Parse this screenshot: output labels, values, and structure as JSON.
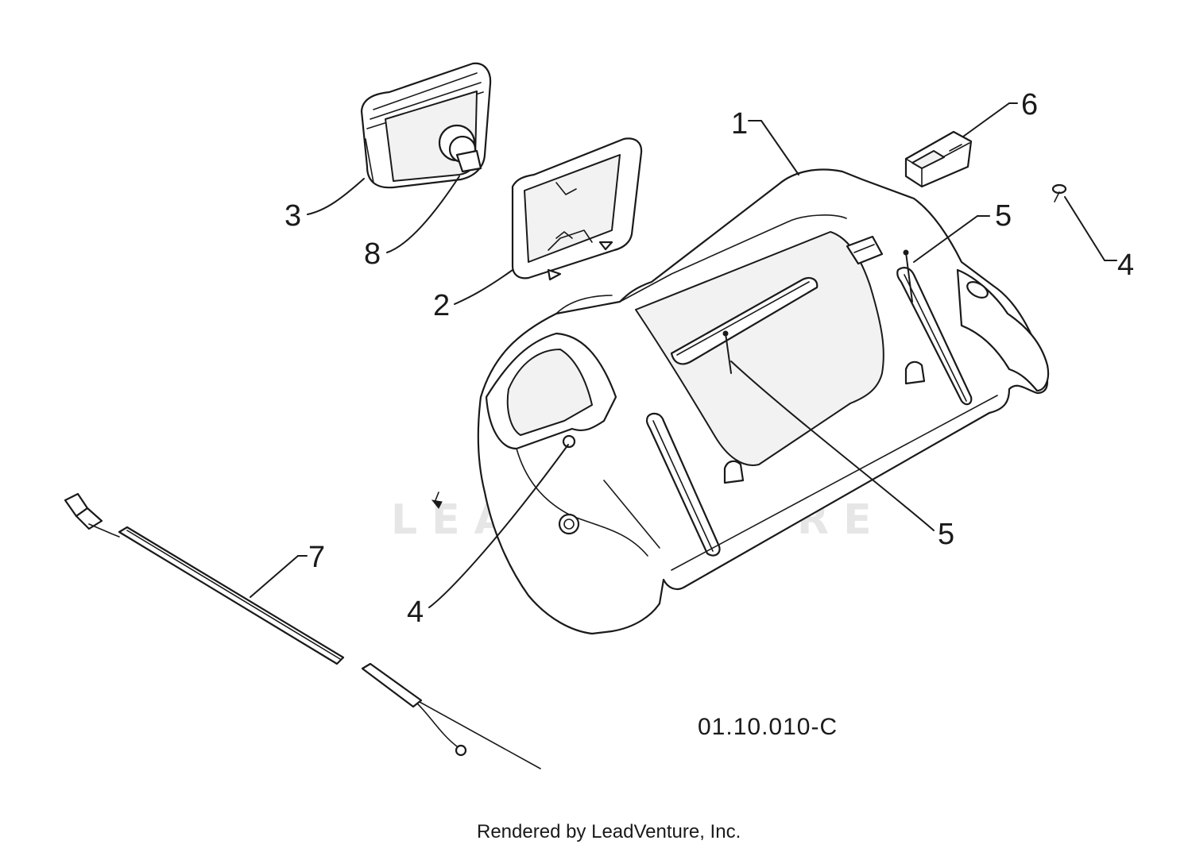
{
  "diagram": {
    "code": "01.10.010-C",
    "watermark": "LEADVENTURE",
    "footer": "Rendered by LeadVenture, Inc.",
    "callouts": [
      {
        "id": "c1",
        "label": "1"
      },
      {
        "id": "c2",
        "label": "2"
      },
      {
        "id": "c3",
        "label": "3"
      },
      {
        "id": "c4a",
        "label": "4"
      },
      {
        "id": "c4b",
        "label": "4"
      },
      {
        "id": "c5a",
        "label": "5"
      },
      {
        "id": "c5b",
        "label": "5"
      },
      {
        "id": "c6",
        "label": "6"
      },
      {
        "id": "c7",
        "label": "7"
      },
      {
        "id": "c8",
        "label": "8"
      }
    ]
  }
}
